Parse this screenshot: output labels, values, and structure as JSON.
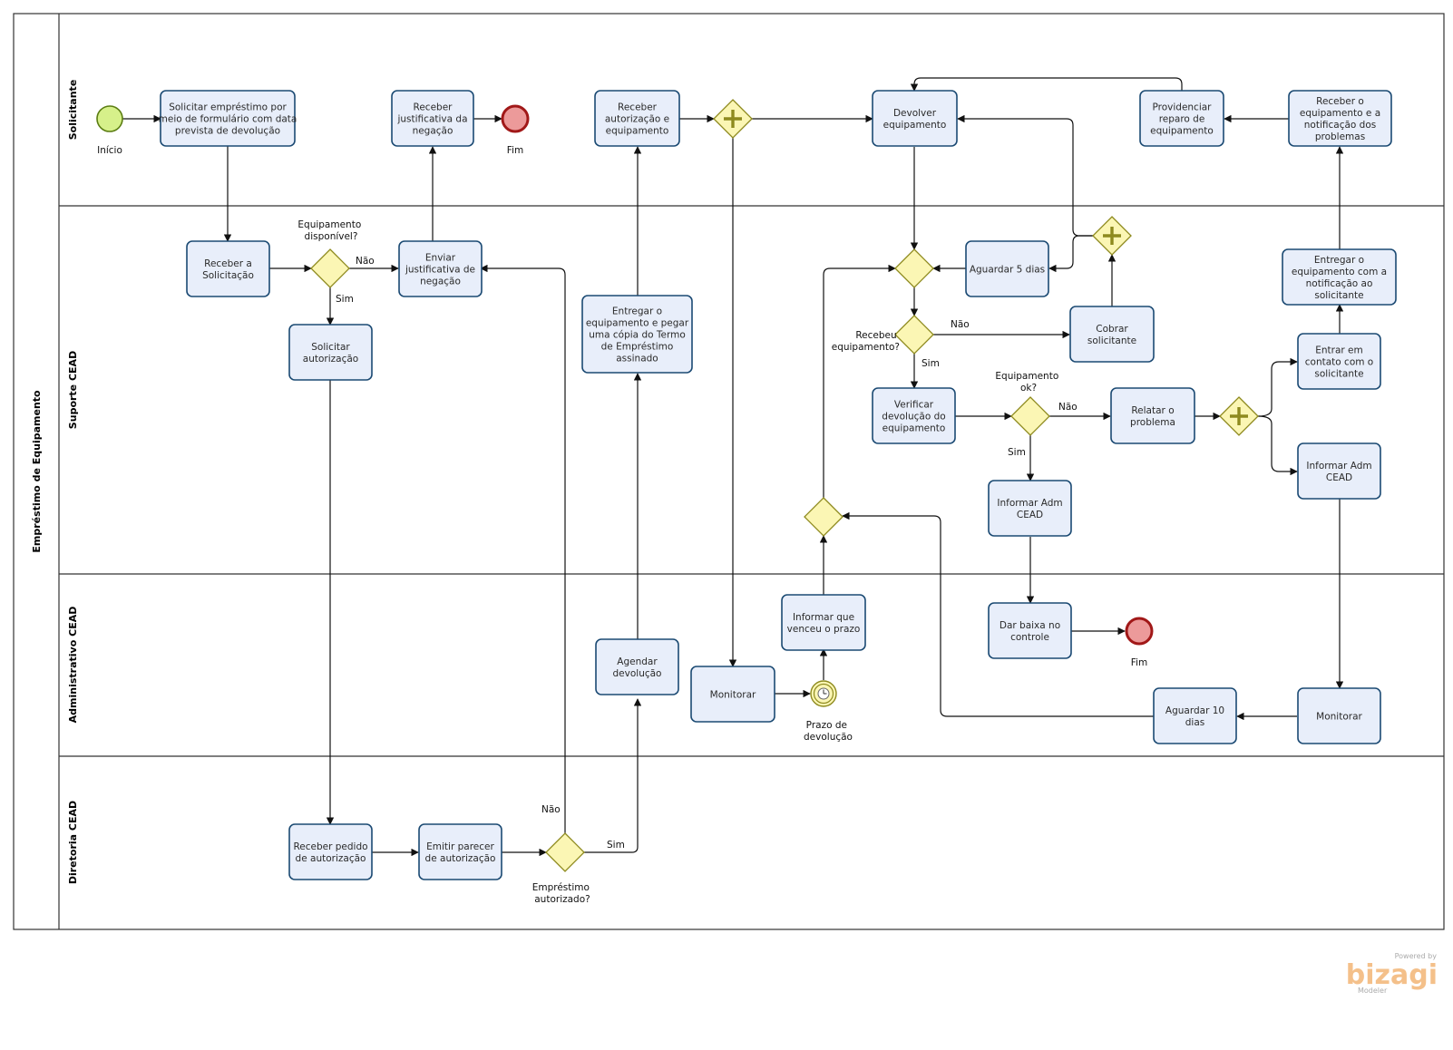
{
  "pool": {
    "title": "Empréstimo de Equipamento"
  },
  "lanes": [
    "Solicitante",
    "Suporte CEAD",
    "Administrativo CEAD",
    "Diretoria CEAD"
  ],
  "events": {
    "start": "Início",
    "end1": "Fim",
    "end2": "Fim",
    "timer": [
      "Prazo de",
      "devolução"
    ]
  },
  "tasks": {
    "solicitar": [
      "Solicitar empréstimo por",
      "meio de formulário com data",
      "prevista de devolução"
    ],
    "receber_just": [
      "Receber",
      "justificativa da",
      "negação"
    ],
    "receber_autoriz": [
      "Receber",
      "autorização e",
      "equipamento"
    ],
    "devolver": [
      "Devolver",
      "equipamento"
    ],
    "providenciar": [
      "Providenciar",
      "reparo de",
      "equipamento"
    ],
    "receber_equip": [
      "Receber o",
      "equipamento e a",
      "notificação dos",
      "problemas"
    ],
    "receber_solic": [
      "Receber a",
      "Solicitação"
    ],
    "enviar_just": [
      "Enviar",
      "justificativa de",
      "negação"
    ],
    "solicitar_autoriz": [
      "Solicitar",
      "autorização"
    ],
    "entregar_copia": [
      "Entregar o",
      "equipamento e pegar",
      "uma cópia do Termo",
      "de Empréstimo",
      "assinado"
    ],
    "aguardar5": [
      "Aguardar 5 dias"
    ],
    "cobrar": [
      "Cobrar",
      "solicitante"
    ],
    "verificar": [
      "Verificar",
      "devolução do",
      "equipamento"
    ],
    "relatar": [
      "Relatar o",
      "problema"
    ],
    "informar_adm1": [
      "Informar Adm",
      "CEAD"
    ],
    "entregar_notif": [
      "Entregar o",
      "equipamento com a",
      "notificação ao",
      "solicitante"
    ],
    "entrar_contato": [
      "Entrar em",
      "contato com o",
      "solicitante"
    ],
    "informar_adm2": [
      "Informar Adm",
      "CEAD"
    ],
    "agendar": [
      "Agendar",
      "devolução"
    ],
    "monitorar1": [
      "Monitorar"
    ],
    "informar_prazo": [
      "Informar que",
      "venceu o prazo"
    ],
    "dar_baixa": [
      "Dar baixa no",
      "controle"
    ],
    "aguardar10": [
      "Aguardar 10",
      "dias"
    ],
    "monitorar2": [
      "Monitorar"
    ],
    "receber_pedido": [
      "Receber pedido",
      "de autorização"
    ],
    "emitir": [
      "Emitir parecer",
      "de autorização"
    ]
  },
  "gateways": {
    "equip_disp": [
      "Equipamento",
      "disponível?"
    ],
    "recebeu": [
      "Recebeu",
      "equipamento?"
    ],
    "equip_ok": [
      "Equipamento",
      "ok?"
    ],
    "emprestimo": [
      "Empréstimo",
      "autorizado?"
    ]
  },
  "flow_labels": {
    "nao1": "Não",
    "sim1": "Sim",
    "nao2": "Não",
    "sim2": "Sim",
    "nao3": "Não",
    "sim3": "Sim",
    "nao4": "Não",
    "sim4": "Sim"
  },
  "watermark": {
    "powered": "Powered by",
    "brand": "bizagi",
    "product": "Modeler"
  },
  "colors": {
    "task_fill": "#e8eefa",
    "task_stroke": "#1b4a73",
    "gateway_fill": "#fbf6b4",
    "gateway_stroke": "#8e8a1e",
    "start_fill": "#d6f08a",
    "start_stroke": "#5b7d12",
    "end_fill": "#ec9a9a",
    "end_stroke": "#a11818",
    "timer_fill": "#fbf6b4",
    "timer_stroke": "#8e8a1e"
  }
}
